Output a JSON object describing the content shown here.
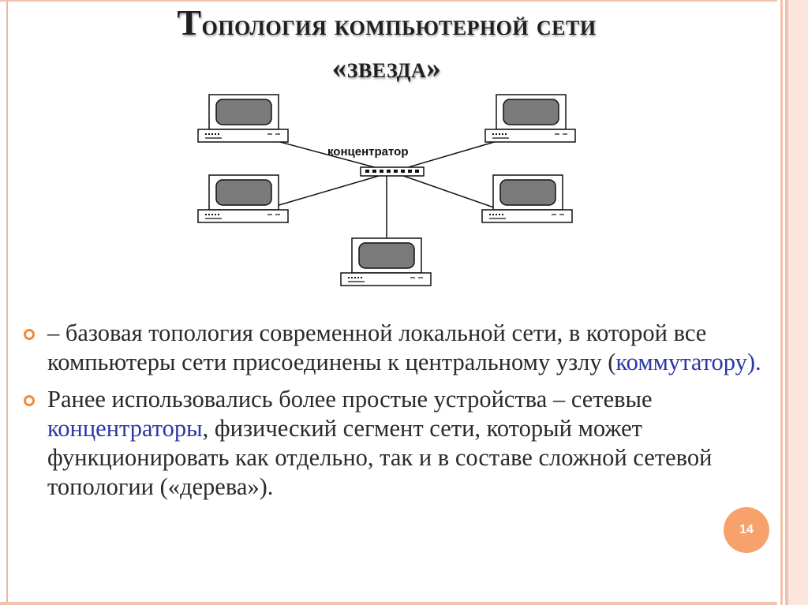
{
  "slide": {
    "title_line1": "Топология компьютерной сети",
    "title_line1_first": "Т",
    "title_line1_rest": "опология компьютерной сети",
    "title_line2": "«звезда»",
    "page_number": "14"
  },
  "diagram": {
    "hub_label": "концентратор",
    "computer_count": 5
  },
  "bullets": [
    {
      "text_before": "– базовая топология современной локальной сети, в которой все компьютеры сети присоединены к центральному узлу (",
      "highlight": "коммутатору).",
      "text_after": ""
    },
    {
      "text_before": "Ранее использовались более простые устройства – сетевые ",
      "highlight": "концентраторы",
      "text_after": ", физический сегмент сети, который может функционировать как отдельно, так и в составе сложной сетевой топологии («дерева»)."
    }
  ],
  "colors": {
    "accent": "#f08a3c",
    "link": "#2b37a8",
    "frame": "#f4c0a8",
    "page_badge": "#f7a26a"
  }
}
